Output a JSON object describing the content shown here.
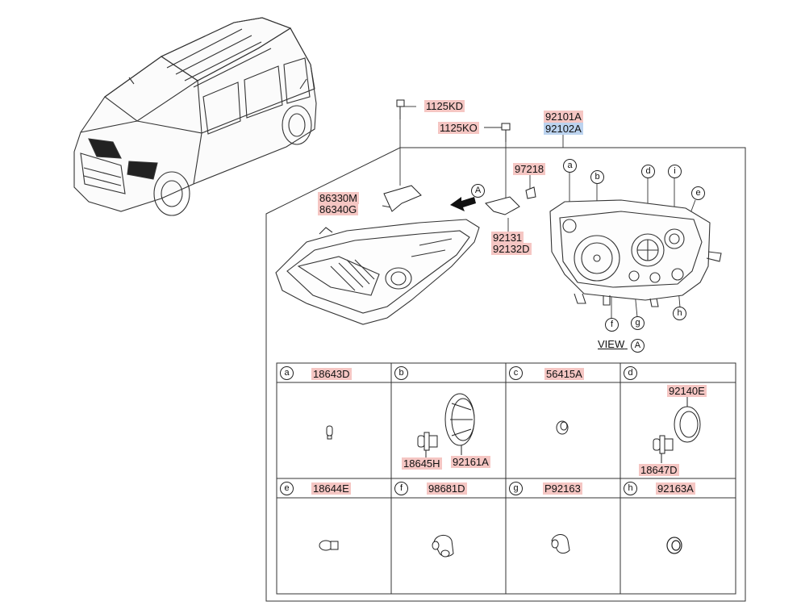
{
  "header_labels": {
    "bolt_top": "1125KD",
    "bolt_mid": "1125KO",
    "assembly_lh": "92101A",
    "assembly_rh": "92102A",
    "clip": "97218",
    "cover_1": "86330M",
    "cover_2": "86340G",
    "bracket_1": "92131",
    "bracket_2": "92132D"
  },
  "view": {
    "arrow_letter": "A",
    "caption": "VIEW",
    "caption_letter": "A",
    "callouts": [
      "a",
      "b",
      "d",
      "i",
      "e",
      "f",
      "g",
      "h"
    ]
  },
  "table": {
    "cells": [
      {
        "letter": "a",
        "part": "18643D",
        "sub": []
      },
      {
        "letter": "b",
        "part": "",
        "sub": [
          "18645H",
          "92161A"
        ]
      },
      {
        "letter": "c",
        "part": "56415A",
        "sub": []
      },
      {
        "letter": "d",
        "part": "92140E",
        "sub": [
          "18647D"
        ]
      },
      {
        "letter": "e",
        "part": "18644E",
        "sub": []
      },
      {
        "letter": "f",
        "part": "98681D",
        "sub": []
      },
      {
        "letter": "g",
        "part": "P92163",
        "sub": []
      },
      {
        "letter": "h",
        "part": "92163A",
        "sub": []
      }
    ]
  },
  "colors": {
    "highlight_pink": "#f5c6c3",
    "highlight_blue": "#bcd3ef",
    "line": "#222222"
  }
}
